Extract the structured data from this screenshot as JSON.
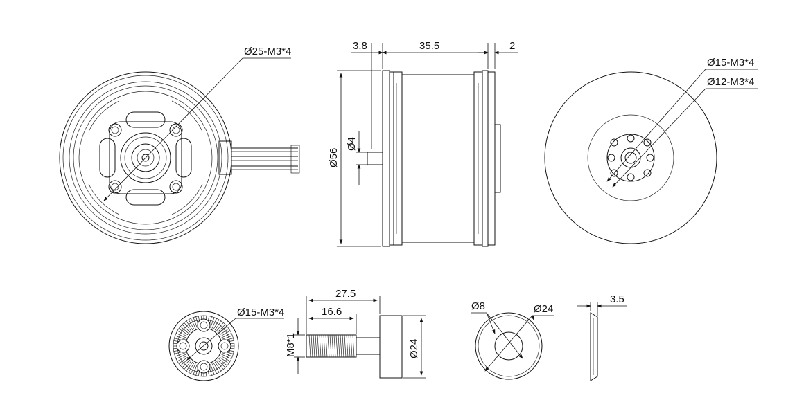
{
  "labels": {
    "front_bolt": "Ø25-M3*4",
    "rear_bolt_outer": "Ø15-M3*4",
    "rear_bolt_inner": "Ø12-M3*4",
    "side_left_offset": "3.8",
    "side_body_length": "35.5",
    "side_right_offset": "2",
    "shaft_diameter": "Ø4",
    "body_diameter": "Ø56",
    "prop_adapter_bolt": "Ø15-M3*4",
    "adapter_length": "27.5",
    "thread_length": "16.6",
    "thread_spec": "M8*1",
    "adapter_diameter": "Ø24",
    "washer_inner": "Ø8",
    "washer_outer": "Ø24",
    "washer_thickness": "3.5"
  }
}
